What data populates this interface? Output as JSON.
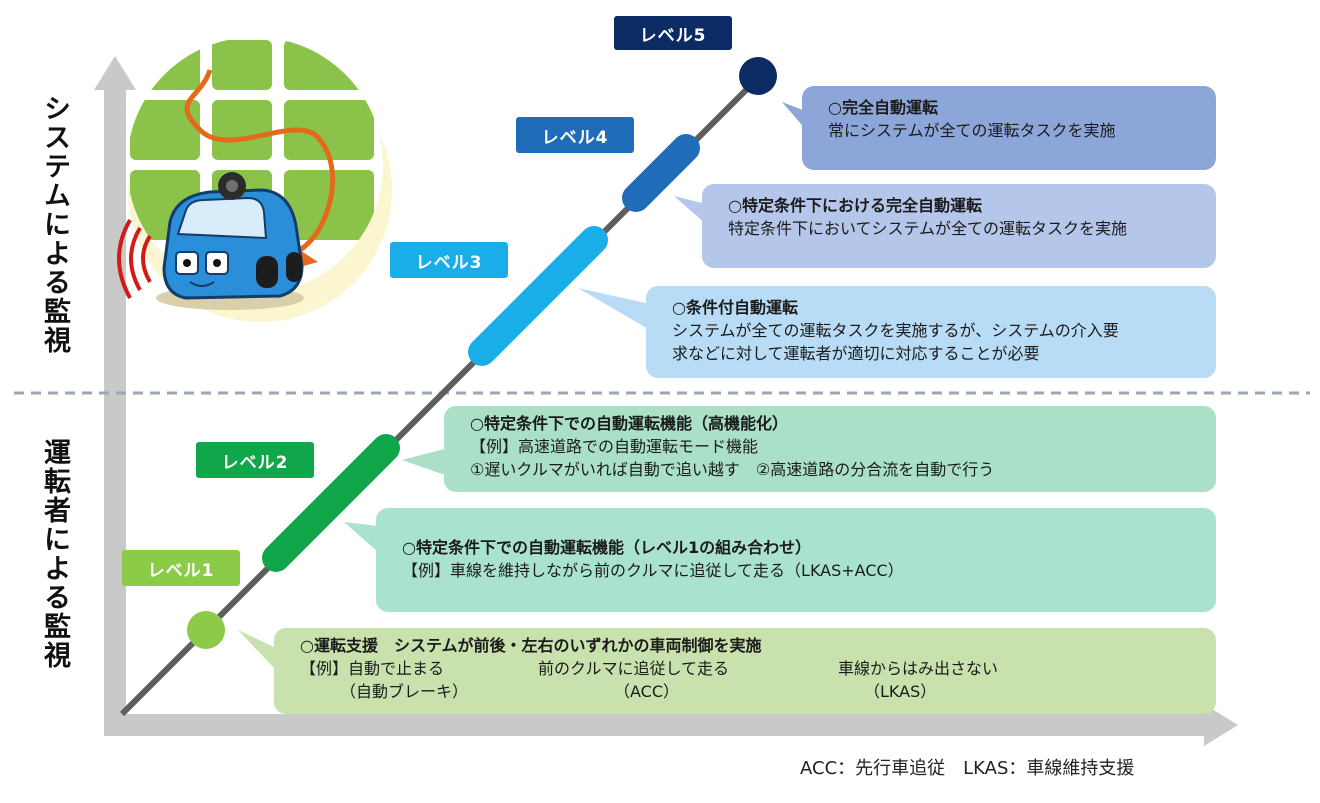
{
  "colors": {
    "axis": "#c9c9c9",
    "diagonal": "#5f5f5f",
    "dash": "#9aa7b8",
    "level5": "#0c2a63",
    "level4": "#1f6cb8",
    "level3": "#1aaee8",
    "level2": "#10a74a",
    "level1": "#8ccb48",
    "box5": "#8ca6d9",
    "box4": "#b4c6ea",
    "box3": "#b9dcf6",
    "box2a": "#a9e0c7",
    "box2b": "#a9e2cd",
    "box1": "#c9e2ad"
  },
  "y_axis_labels": {
    "system": "システムによる監視",
    "driver": "運転者による監視"
  },
  "levels": [
    {
      "id": "level5",
      "label": "レベル5"
    },
    {
      "id": "level4",
      "label": "レベル4"
    },
    {
      "id": "level3",
      "label": "レベル3"
    },
    {
      "id": "level2",
      "label": "レベル2"
    },
    {
      "id": "level1",
      "label": "レベル1"
    }
  ],
  "boxes": {
    "level5": {
      "title": "○完全自動運転",
      "lines": [
        "常にシステムが全ての運転タスクを実施"
      ]
    },
    "level4": {
      "title": "○特定条件下における完全自動運転",
      "lines": [
        "特定条件下においてシステムが全ての運転タスクを実施"
      ]
    },
    "level3": {
      "title": "○条件付自動運転",
      "lines": [
        "システムが全ての運転タスクを実施するが、システムの介入要",
        "求などに対して運転者が適切に対応することが必要"
      ]
    },
    "level2_high": {
      "title": "○特定条件下での自動運転機能（高機能化）",
      "lines": [
        "【例】高速道路での自動運転モード機能",
        "①遅いクルマがいれば自動で追い越す　②高速道路の分合流を自動で行う"
      ]
    },
    "level2_combo": {
      "title": "○特定条件下での自動運転機能（レベル1の組み合わせ）",
      "lines": [
        "【例】車線を維持しながら前のクルマに追従して走る（LKAS+ACC）"
      ]
    },
    "level1": {
      "title": "○運転支援　システムが前後・左右のいずれかの車両制御を実施",
      "example_prefix": "【例】",
      "examples": [
        {
          "main": "自動で止まる",
          "sub": "（自動ブレーキ）"
        },
        {
          "main": "前のクルマに追従して走る",
          "sub": "（ACC）"
        },
        {
          "main": "車線からはみ出さない",
          "sub": "（LKAS）"
        }
      ]
    }
  },
  "footnote": "ACC：先行車追従　LKAS：車線維持支援"
}
